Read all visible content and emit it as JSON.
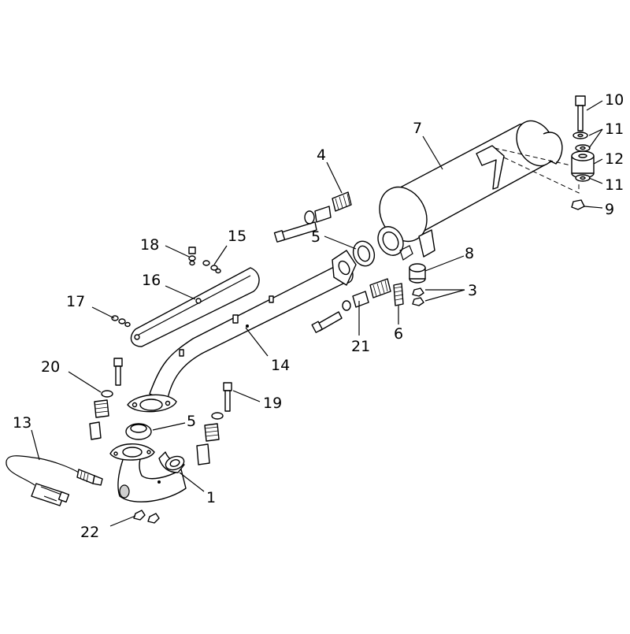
{
  "callouts": {
    "c1": "1",
    "c3": "3",
    "c4": "4",
    "c5a": "5",
    "c5b": "5",
    "c6": "6",
    "c7": "7",
    "c8": "8",
    "c9": "9",
    "c10": "10",
    "c11a": "11",
    "c11b": "11",
    "c12": "12",
    "c13": "13",
    "c14": "14",
    "c15": "15",
    "c16": "16",
    "c17": "17",
    "c18": "18",
    "c19": "19",
    "c20": "20",
    "c21": "21",
    "c22": "22"
  }
}
